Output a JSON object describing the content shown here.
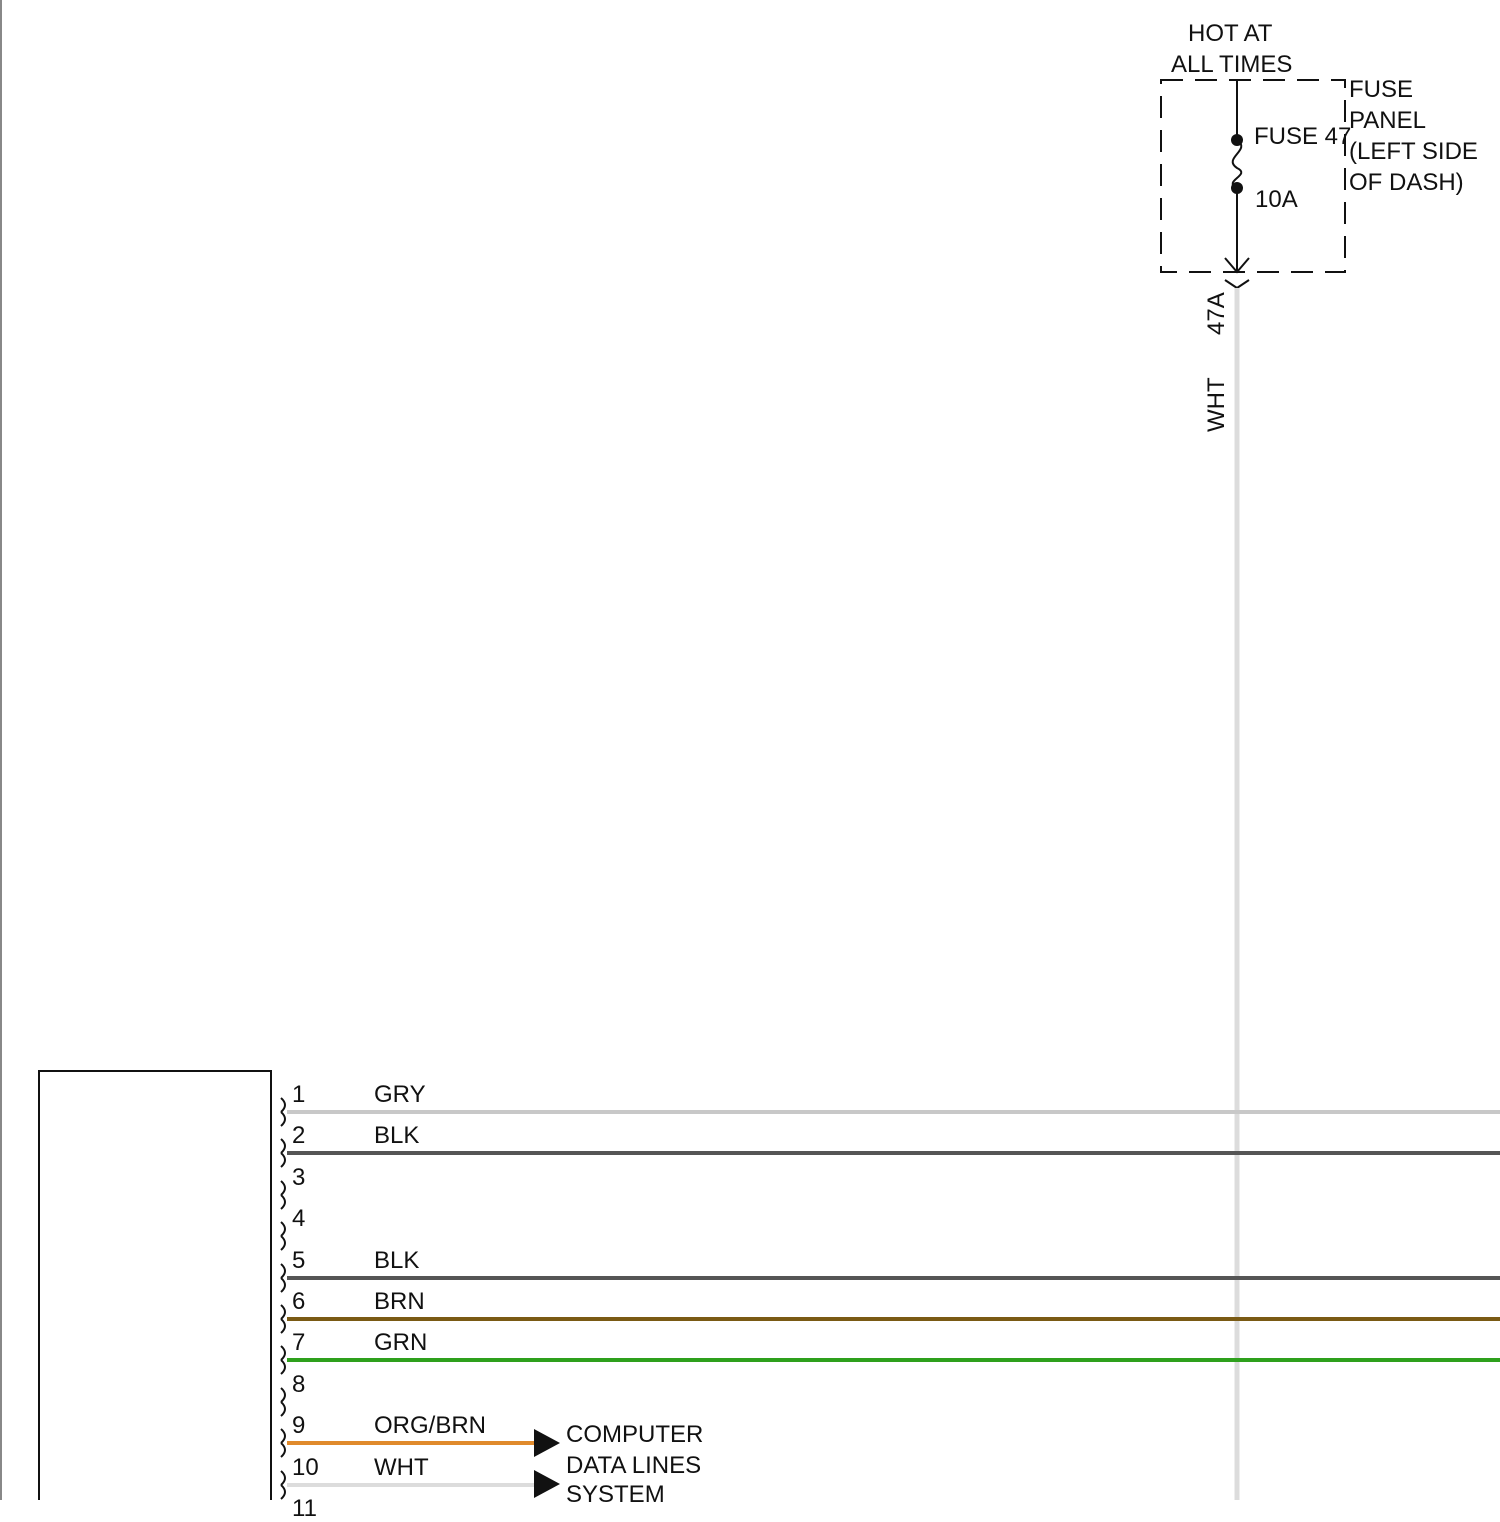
{
  "power_source": {
    "line1": "HOT AT",
    "line2": "ALL TIMES"
  },
  "fuse_panel": {
    "line1": "FUSE",
    "line2": "PANEL",
    "line3": "(LEFT SIDE",
    "line4": "OF DASH)"
  },
  "fuse": {
    "name": "FUSE 47",
    "rating": "10A"
  },
  "feed_wire": {
    "circuit": "47A",
    "color_label": "WHT",
    "color": "#dcdcdc"
  },
  "connector_pins": [
    {
      "pin": "1",
      "wire": "GRY",
      "color": "#c8c8c8"
    },
    {
      "pin": "2",
      "wire": "BLK",
      "color": "#555555"
    },
    {
      "pin": "3",
      "wire": "",
      "color": ""
    },
    {
      "pin": "4",
      "wire": "",
      "color": ""
    },
    {
      "pin": "5",
      "wire": "BLK",
      "color": "#555555"
    },
    {
      "pin": "6",
      "wire": "BRN",
      "color": "#7a5a14"
    },
    {
      "pin": "7",
      "wire": "GRN",
      "color": "#2ea01c"
    },
    {
      "pin": "8",
      "wire": "",
      "color": ""
    },
    {
      "pin": "9",
      "wire": "ORG/BRN",
      "color": "#e08a2c"
    },
    {
      "pin": "10",
      "wire": "WHT",
      "color": "#dcdcdc"
    },
    {
      "pin": "11",
      "wire": "",
      "color": ""
    }
  ],
  "computer_data_lines": {
    "line1": "COMPUTER",
    "line2": "DATA LINES",
    "line3": "SYSTEM"
  }
}
